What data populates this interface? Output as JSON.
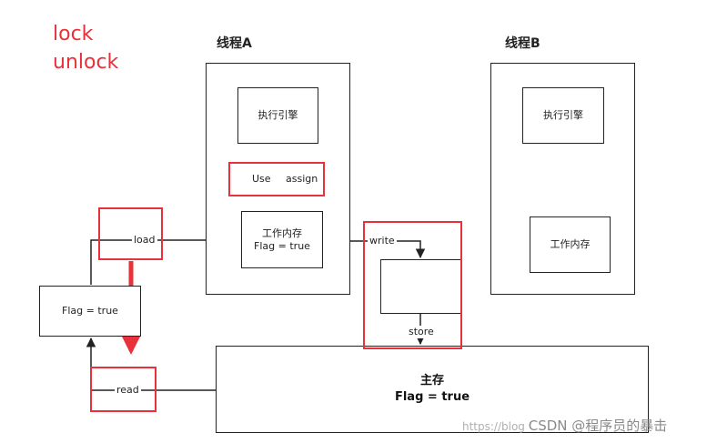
{
  "legend": {
    "line1": "lock",
    "line2": "unlock"
  },
  "threadA": {
    "title": "线程A",
    "engine": "执行引擎",
    "workmem_line1": "工作内存",
    "workmem_line2": "Flag = true"
  },
  "threadB": {
    "title": "线程B",
    "engine": "执行引擎",
    "workmem": "工作内存"
  },
  "ops": {
    "use": "Use",
    "assign": "assign",
    "load": "load",
    "read": "read",
    "write": "write",
    "store": "store"
  },
  "left_box": "Flag = true",
  "main_memory": {
    "title": "主存",
    "value": "Flag = true"
  },
  "watermark": {
    "url": "https://blog",
    "brand": "CSDN @程序员的暴击"
  },
  "colors": {
    "accent_red": "#e8313a",
    "line": "#222222"
  }
}
